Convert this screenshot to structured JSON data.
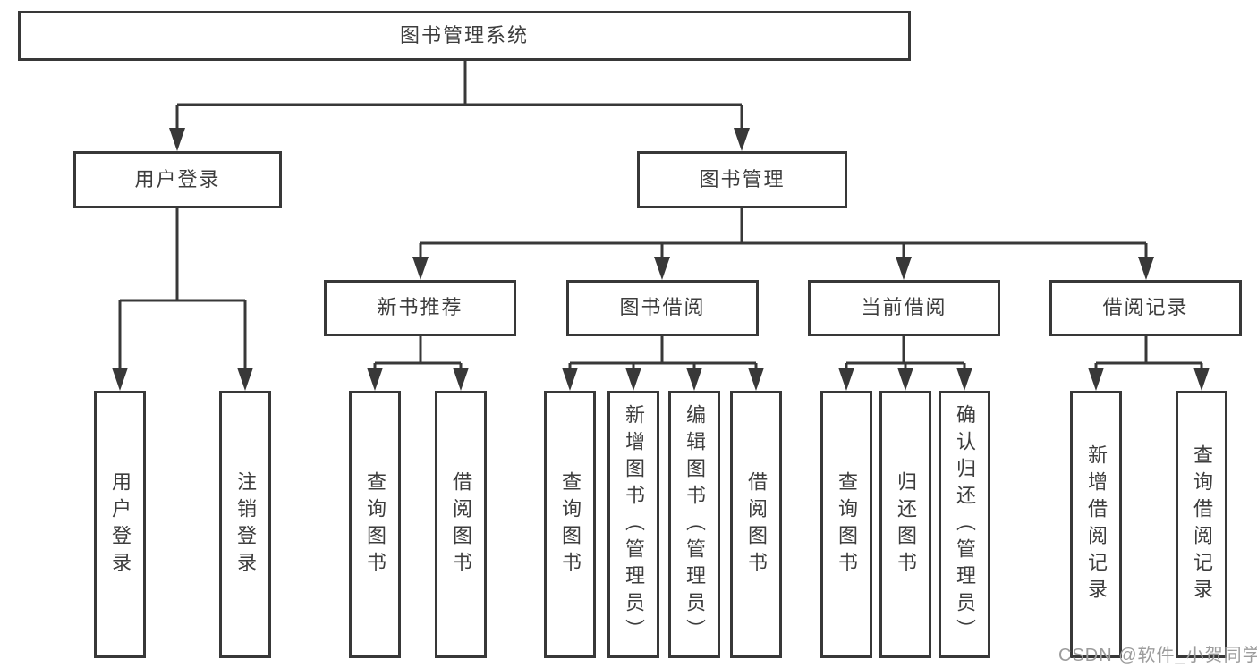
{
  "colors": {
    "line": "#383838",
    "box_border": "#383838",
    "box_fill": "#ffffff",
    "label_text": "#3d3d3d",
    "watermark_text": "#9c9c9c",
    "background": "#ffffff"
  },
  "tree": {
    "root": {
      "label": "图书管理系统"
    },
    "level2": [
      {
        "label": "用户登录"
      },
      {
        "label": "图书管理"
      }
    ],
    "level3": [
      {
        "label": "新书推荐"
      },
      {
        "label": "图书借阅"
      },
      {
        "label": "当前借阅"
      },
      {
        "label": "借阅记录"
      }
    ],
    "leaves": {
      "user_login": [
        {
          "label": "用户登录"
        },
        {
          "label": "注销登录"
        }
      ],
      "new_book_recommend": [
        {
          "label": "查询图书"
        },
        {
          "label": "借阅图书"
        }
      ],
      "book_borrow": [
        {
          "label": "查询图书"
        },
        {
          "label": "新增图书（管理员）"
        },
        {
          "label": "编辑图书（管理员）"
        },
        {
          "label": "借阅图书"
        }
      ],
      "current_borrow": [
        {
          "label": "查询图书"
        },
        {
          "label": "归还图书"
        },
        {
          "label": "确认归还（管理员）"
        }
      ],
      "borrow_record": [
        {
          "label": "新增借阅记录"
        },
        {
          "label": "查询借阅记录"
        }
      ]
    }
  },
  "watermark": {
    "text": "CSDN @软件_小贺同学"
  }
}
